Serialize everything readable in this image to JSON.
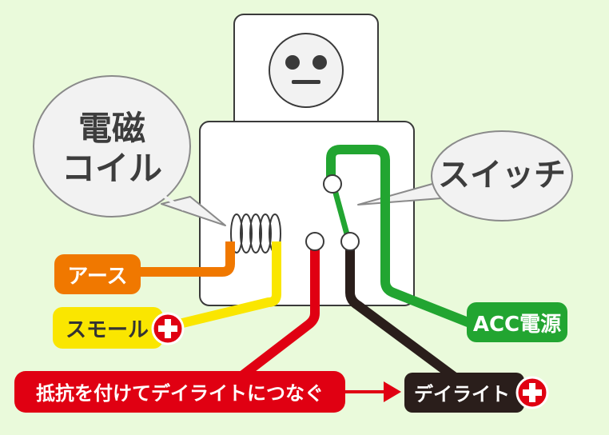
{
  "callouts": {
    "coil_line1": "電磁",
    "coil_line2": "コイル",
    "switch": "スイッチ"
  },
  "wire_labels": {
    "earth": "アース",
    "small": "スモール",
    "acc": "ACC電源",
    "resistor_note": "抵抗を付けてデイライトにつなぐ",
    "daylight": "デイライト"
  },
  "colors": {
    "background": "#eafadb",
    "earth_wire": "#f07800",
    "small_wire": "#fae600",
    "acc_wire": "#22a531",
    "red_wire": "#e00012",
    "black_wire": "#2a1e1b",
    "plus_badge": "#e00012"
  },
  "icons": [
    "relay-face-icon",
    "plus-icon",
    "arrow-right-icon",
    "coil-icon"
  ]
}
